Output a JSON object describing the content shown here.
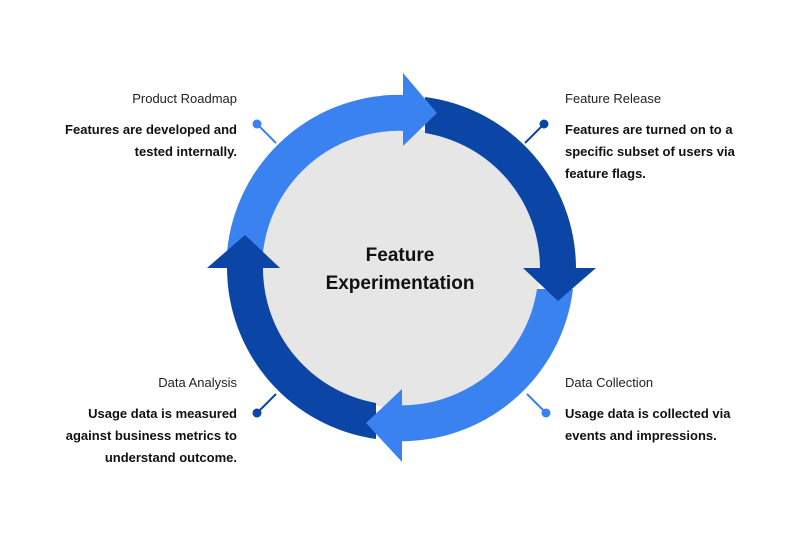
{
  "center": {
    "line1": "Feature",
    "line2": "Experimentation"
  },
  "stages": [
    {
      "label": "Product Roadmap",
      "description": [
        "Features are developed and",
        "tested internally."
      ]
    },
    {
      "label": "Feature Release",
      "description": [
        "Features are turned on to a",
        "specific subset of users via",
        "feature flags."
      ]
    },
    {
      "label": "Data Collection",
      "description": [
        "Usage data is collected via",
        "events and impressions."
      ]
    },
    {
      "label": "Data Analysis",
      "description": [
        "Usage data is measured",
        "against business metrics to",
        "understand outcome."
      ]
    }
  ],
  "colors": {
    "light_blue": "#3a82f0",
    "dark_blue": "#0b45a6",
    "inner_gray": "#e6e6e6",
    "text": "#111111"
  }
}
